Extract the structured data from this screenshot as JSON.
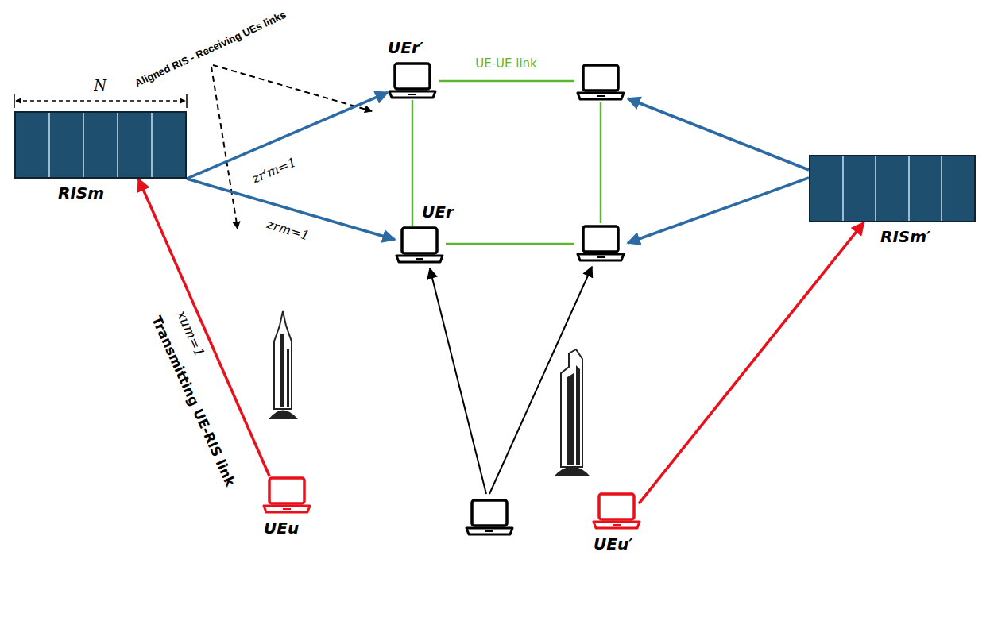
{
  "diagram": {
    "nodes": [
      {
        "text": [
          "RISm"
        ]
      },
      {
        "text": [
          "UEr′"
        ]
      },
      {
        "text": [
          "UEr"
        ]
      },
      {
        "text": [
          "RISm′"
        ]
      },
      {
        "text": [
          "UEu"
        ]
      },
      {
        "text": [
          "UEu′"
        ]
      }
    ],
    "edges": [
      {
        "from": 0,
        "to": 1,
        "arrow": "to"
      },
      {
        "from": 0,
        "to": 2,
        "arrow": "to"
      },
      {
        "from": 4,
        "to": 0,
        "arrow": "to"
      },
      {
        "from": 5,
        "to": 3,
        "arrow": "to"
      },
      {
        "from": 1,
        "to": 2,
        "arrow": "none"
      }
    ],
    "labels": [
      "Aligned RIS - Receiving UEs links",
      "N",
      "zr′m=1",
      "zrm=1",
      "xum=1",
      "Transmitting UE-RIS link",
      "UE-UE link"
    ]
  }
}
